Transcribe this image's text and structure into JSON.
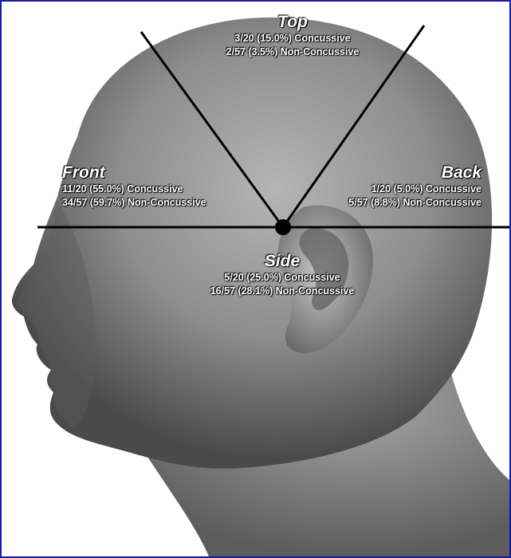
{
  "regions": {
    "top": {
      "title": "Top",
      "concussive": "3/20 (15.0%) Concussive",
      "non_concussive": "2/57 (3.5%) Non-Concussive"
    },
    "front": {
      "title": "Front",
      "concussive": "11/20 (55.0%) Concussive",
      "non_concussive": "34/57 (59.7%) Non-Concussive"
    },
    "back": {
      "title": "Back",
      "concussive": "1/20 (5.0%) Concussive",
      "non_concussive": "5/57 (8.8%) Non-Concussive"
    },
    "side": {
      "title": "Side",
      "concussive": "5/20 (25.0%) Concussive",
      "non_concussive": "16/57 (28.1%) Non-Concussive"
    }
  },
  "colors": {
    "frame": "#1a1aa8",
    "lines": "#000000",
    "head": "#8c8c8c",
    "text": "#ffffff"
  }
}
